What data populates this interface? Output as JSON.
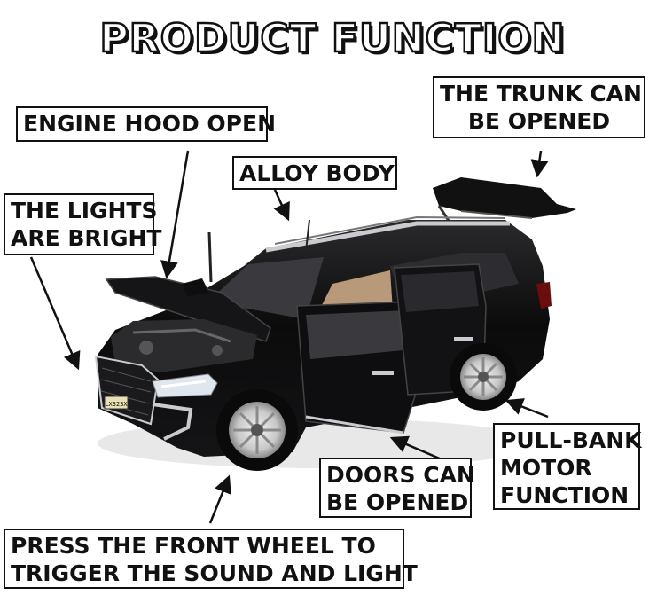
{
  "title": "PRODUCT FUNCTION",
  "labels": {
    "engine_hood": "ENGINE HOOD OPEN",
    "trunk_line1": "THE TRUNK CAN",
    "trunk_line2": "BE OPENED",
    "alloy_body": "ALLOY BODY",
    "lights_line1": "THE LIGHTS",
    "lights_line2": "ARE BRIGHT",
    "pullback_line1": "PULL-BANK",
    "pullback_line2": "MOTOR",
    "pullback_line3": "FUNCTION",
    "doors_line1": "DOORS CAN",
    "doors_line2": "BE OPENED",
    "press_line1": "PRESS THE FRONT WHEEL TO",
    "press_line2": "TRIGGER THE SOUND AND LIGHT"
  },
  "car": {
    "plate": "LX323X",
    "body_color": "#0b0b0c",
    "interior_color": "#b89a7a",
    "chrome_color": "#c9cbce"
  }
}
